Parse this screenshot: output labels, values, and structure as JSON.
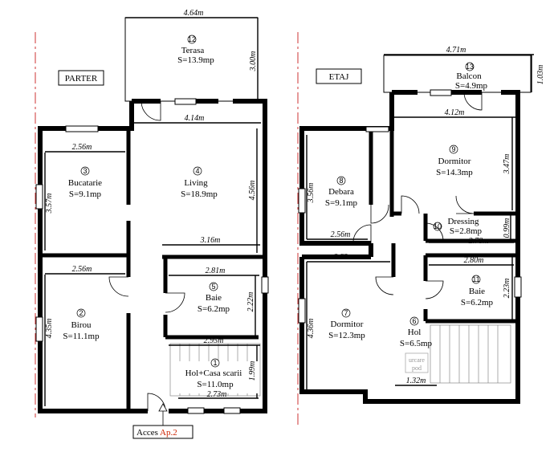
{
  "floors": {
    "ground": "PARTER",
    "upper": "ETAJ"
  },
  "access": {
    "text": "Acces",
    "suffix": "Ap.2",
    "suffix_color": "#cc2200"
  },
  "rooms": {
    "r12": {
      "num": "12",
      "name": "Terasa",
      "area": "S=13.9mp"
    },
    "r3": {
      "num": "3",
      "name": "Bucatarie",
      "area": "S=9.1mp"
    },
    "r4": {
      "num": "4",
      "name": "Living",
      "area": "S=18.9mp"
    },
    "r5": {
      "num": "5",
      "name": "Baie",
      "area": "S=6.2mp"
    },
    "r2": {
      "num": "2",
      "name": "Birou",
      "area": "S=11.1mp"
    },
    "r1": {
      "num": "1",
      "name": "Hol+Casa scarii",
      "area": "S=11.0mp"
    },
    "r13": {
      "num": "13",
      "name": "Balcon",
      "area": "S=4.9mp"
    },
    "r9": {
      "num": "9",
      "name": "Dormitor",
      "area": "S=14.3mp"
    },
    "r8": {
      "num": "8",
      "name": "Debara",
      "area": "S=9.1mp"
    },
    "r10": {
      "num": "10",
      "name": "Dressing",
      "area": "S=2.8mp"
    },
    "r11": {
      "num": "11",
      "name": "Baie",
      "area": "S=6.2mp"
    },
    "r7": {
      "num": "7",
      "name": "Dormitor",
      "area": "S=12.3mp"
    },
    "r6": {
      "num": "6",
      "name": "Hol",
      "area": "S=6.5mp"
    }
  },
  "misc": {
    "urcare_1": "urcare",
    "urcare_2": "pod"
  },
  "dims": {
    "d464": "4.64m",
    "d300": "3.00m",
    "d414": "4.14m",
    "d256a": "2.56m",
    "d357": "3.57m",
    "d456": "4.56m",
    "d316": "3.16m",
    "d256b": "2.56m",
    "d281": "2.81m",
    "d222": "2.22m",
    "d435": "4.35m",
    "d295": "2.95m",
    "d199": "1.99m",
    "d273": "2.73m",
    "d471": "4.71m",
    "d103": "1.03m",
    "d412": "4.12m",
    "d347": "3.47m",
    "d356": "3.56m",
    "d256c": "2.56m",
    "d099": "0.99m",
    "d278": "2.78m",
    "d283": "2.83m",
    "d280": "2.80m",
    "d223": "2.23m",
    "d436": "4.36m",
    "d132": "1.32m"
  }
}
